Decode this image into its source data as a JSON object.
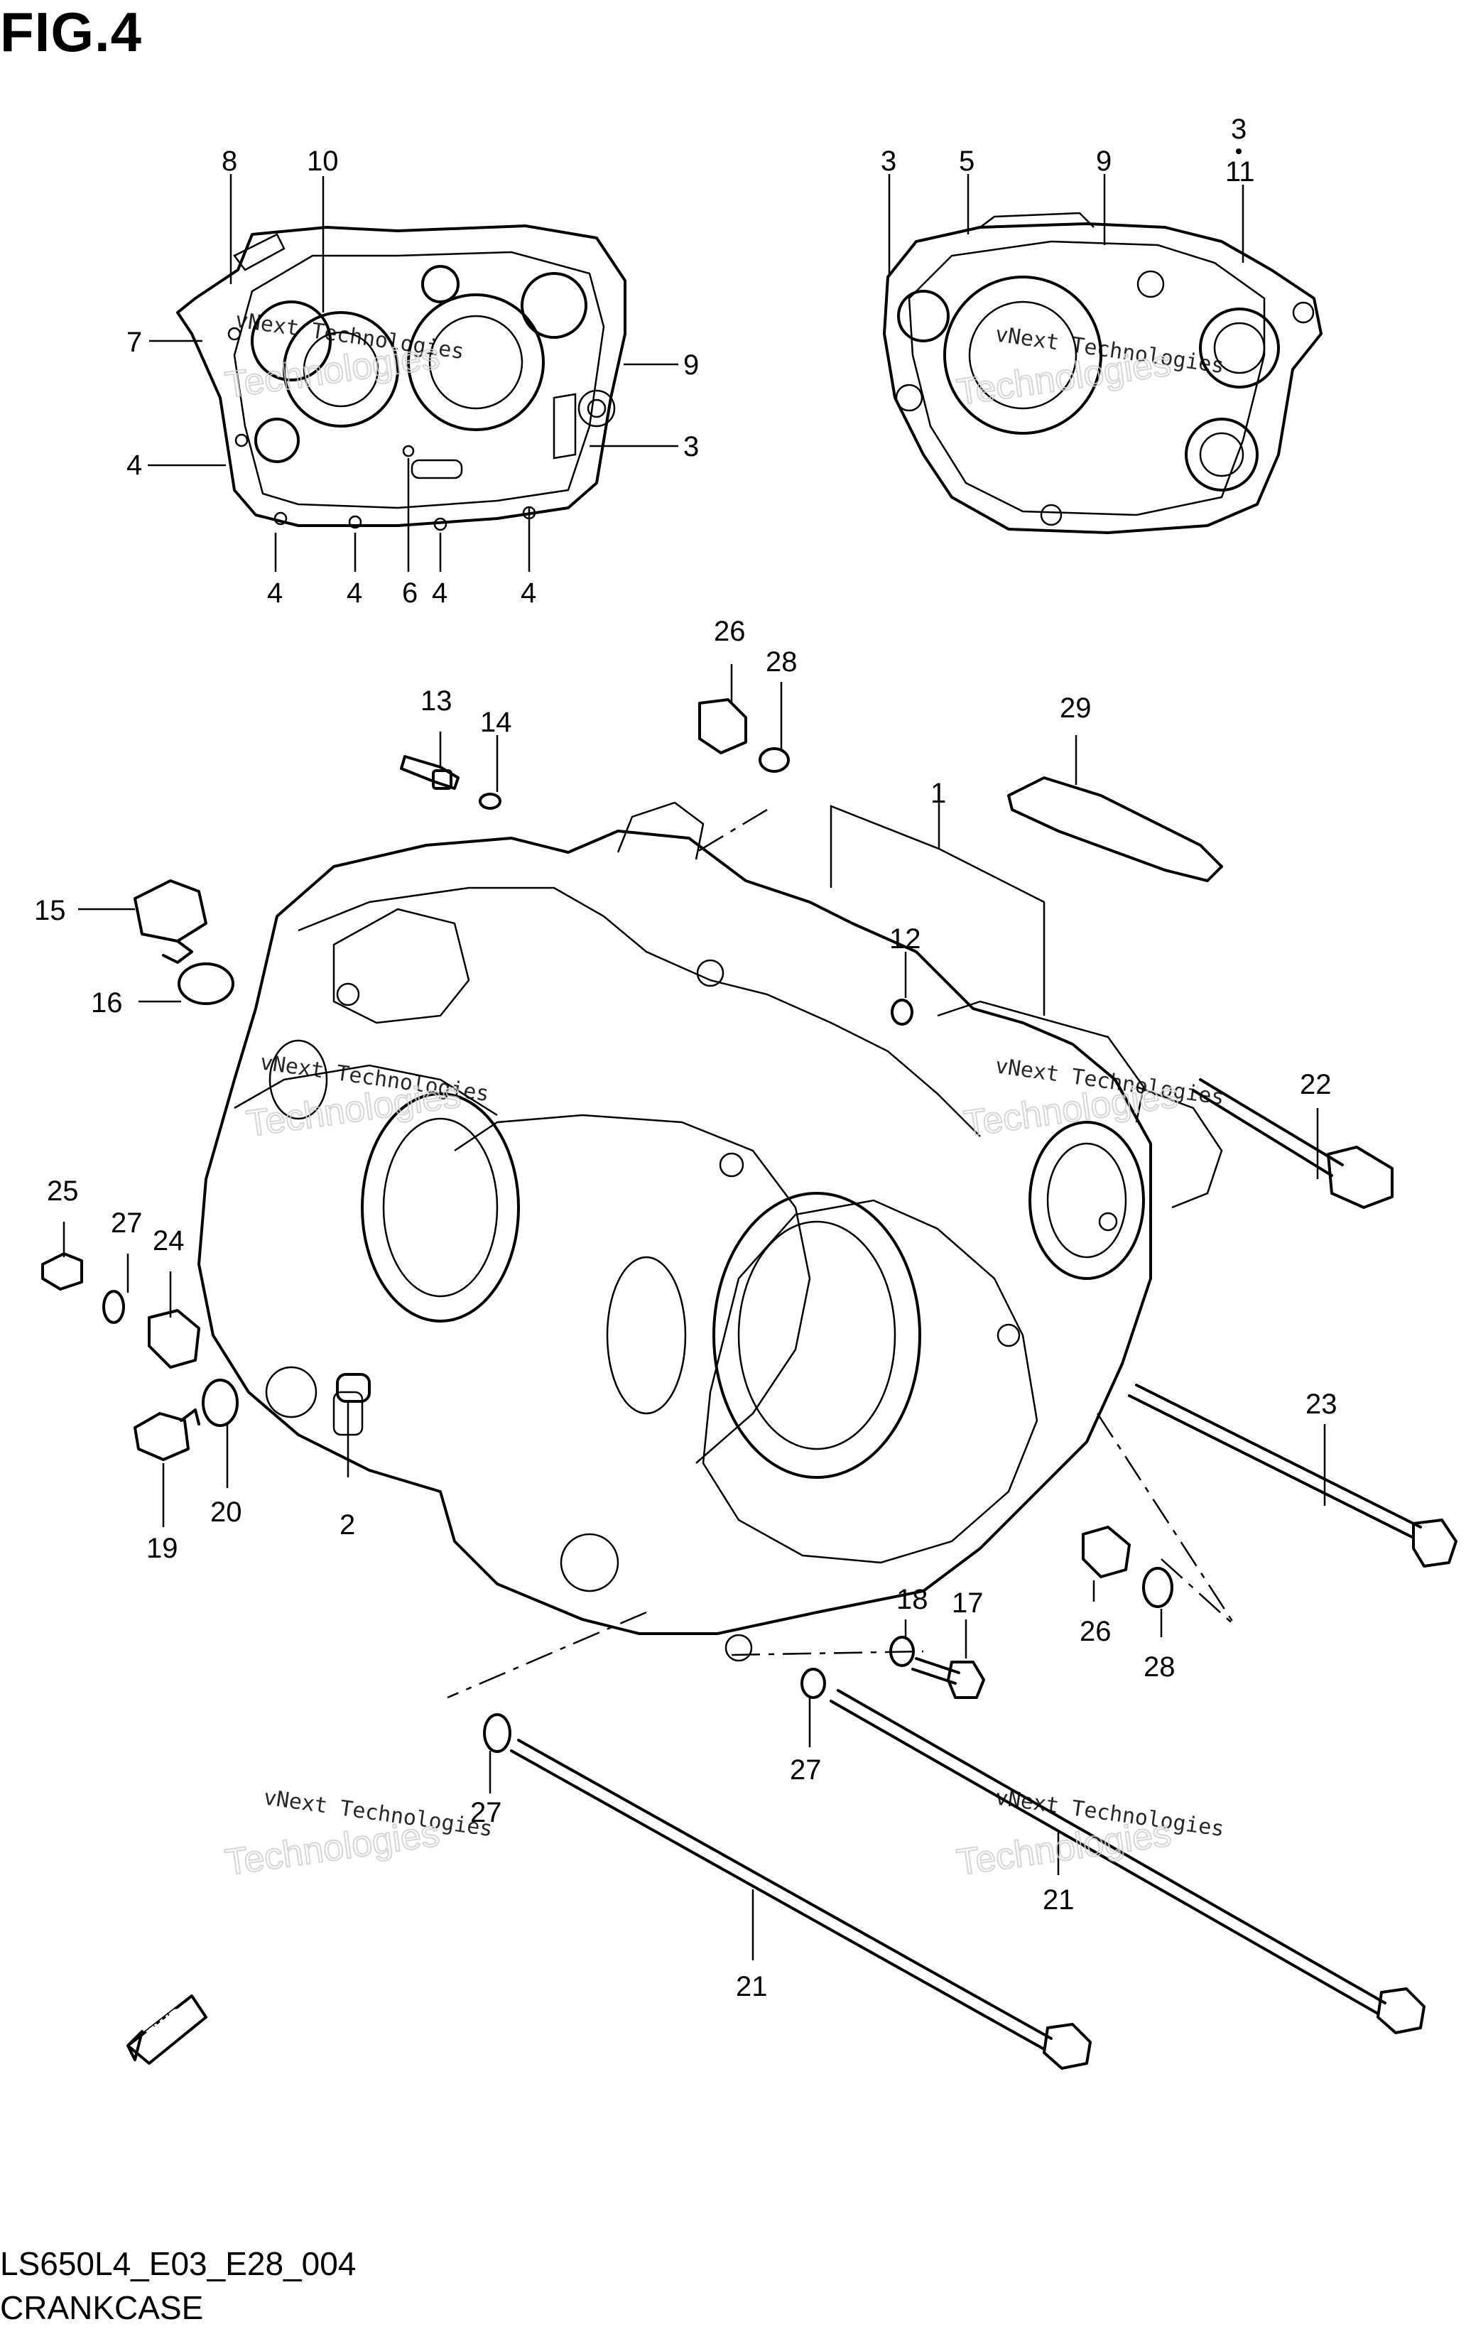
{
  "title": "FIG.4",
  "diagram_code": "LS650L4_E03_E28_004",
  "diagram_name": "CRANKCASE",
  "fwd_label": "FWD",
  "watermark": {
    "line1": "vNext Technologies",
    "line2": "Technologies"
  },
  "callouts": {
    "c1": "1",
    "c2": "2",
    "c3a": "3",
    "c3b": "3",
    "c3c": "3",
    "c4a": "4",
    "c4b": "4",
    "c4c": "4",
    "c4d": "4",
    "c4e": "4",
    "c5": "5",
    "c6": "6",
    "c7": "7",
    "c8": "8",
    "c9a": "9",
    "c9b": "9",
    "c10": "10",
    "c11": "11",
    "c12": "12",
    "c13": "13",
    "c14": "14",
    "c15": "15",
    "c16": "16",
    "c17": "17",
    "c18": "18",
    "c19": "19",
    "c20": "20",
    "c21a": "21",
    "c21b": "21",
    "c22": "22",
    "c23": "23",
    "c24": "24",
    "c25": "25",
    "c26a": "26",
    "c26b": "26",
    "c27a": "27",
    "c27b": "27",
    "c27c": "27",
    "c28a": "28",
    "c28b": "28",
    "c29": "29"
  }
}
